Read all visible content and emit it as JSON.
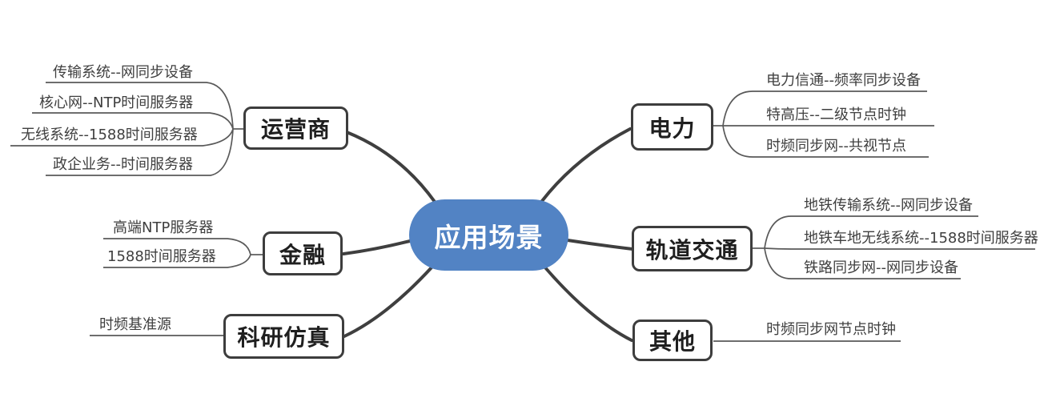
{
  "diagram": {
    "type": "mindmap",
    "center": {
      "label": "应用场景"
    },
    "colors": {
      "center_fill": "#5283C4",
      "center_text": "#FFFFFF",
      "branch_border": "#3D3D3D",
      "branch_text": "#1F1F1F",
      "main_line": "#3F3F3F",
      "leaf_line": "#595959",
      "leaf_text": "#3F3F3F",
      "background": "#FFFFFF"
    },
    "branches": [
      {
        "label": "运营商",
        "side": "left",
        "leaves": [
          "传输系统--网同步设备",
          "核心网--NTP时间服务器",
          "无线系统--1588时间服务器",
          "政企业务--时间服务器"
        ]
      },
      {
        "label": "金融",
        "side": "left",
        "leaves": [
          "高端NTP服务器",
          "1588时间服务器"
        ]
      },
      {
        "label": "科研仿真",
        "side": "left",
        "leaves": [
          "时频基准源"
        ]
      },
      {
        "label": "电力",
        "side": "right",
        "leaves": [
          "电力信通--频率同步设备",
          "特高压--二级节点时钟",
          "时频同步网--共视节点"
        ]
      },
      {
        "label": "轨道交通",
        "side": "right",
        "leaves": [
          "地铁传输系统--网同步设备",
          "地铁车地无线系统--1588时间服务器",
          "铁路同步网--网同步设备"
        ]
      },
      {
        "label": "其他",
        "side": "right",
        "leaves": [
          "时频同步网节点时钟"
        ]
      }
    ]
  }
}
